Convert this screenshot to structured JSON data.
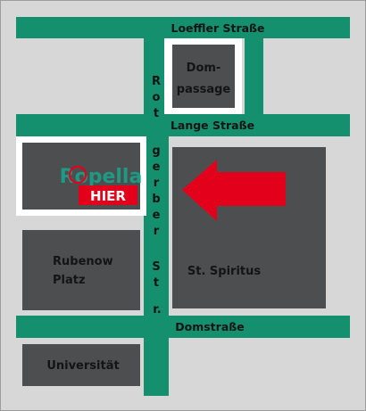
{
  "map": {
    "colors": {
      "background": "#d7d7d7",
      "frame": "#9c9c9c",
      "street": "#14906f",
      "block": "#4d4e50",
      "arrow": "#e3001b",
      "logo": "#1d9a83"
    },
    "streets": {
      "loeffler": "Loeffler Straße",
      "lange": "Lange Straße",
      "dom": "Domstraße",
      "rotgerber_letters": [
        "R",
        "o",
        "t",
        "g",
        "e",
        "r",
        "b",
        "e",
        "r",
        "S",
        "t",
        "r."
      ]
    },
    "blocks": {
      "dompassage": [
        "Dom-",
        "passage"
      ],
      "rubenow": [
        "Rubenow",
        "Platz"
      ],
      "spiritus": "St. Spiritus",
      "universitaet": "Universität"
    },
    "marker": {
      "logo": "Ropella",
      "hier": "HIER",
      "arrow_icon": "red-arrow-left"
    }
  }
}
